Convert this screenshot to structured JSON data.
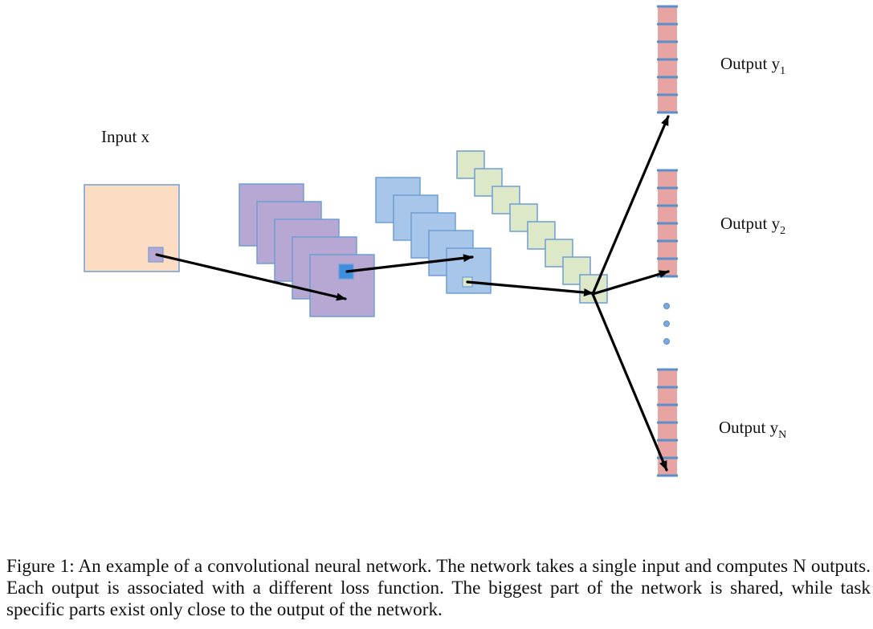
{
  "diagram": {
    "input_label": "Input x",
    "outputs": [
      {
        "prefix": "Output y",
        "subscript": "1"
      },
      {
        "prefix": "Output y",
        "subscript": "2"
      },
      {
        "prefix": "Output y",
        "subscript": "N"
      }
    ],
    "colors": {
      "input_fill": "#FCDDC3",
      "conv1_fill": "#B7A8D3",
      "conv2_fill": "#A7C6E9",
      "conv3_fill": "#DDE8C8",
      "square_stroke": "#6F9ED4",
      "output_cell_fill": "#E8A3A3",
      "output_separator": "#5B8FC9",
      "dot_fill": "#7FA9DD",
      "arrow": "#000000"
    }
  },
  "caption": "Figure 1:  An example of a convolutional neural network.  The network takes a single input and computes N outputs. Each output is associated with a different loss function. The biggest part of the network is shared, while task specific parts exist only close to the output of the network."
}
